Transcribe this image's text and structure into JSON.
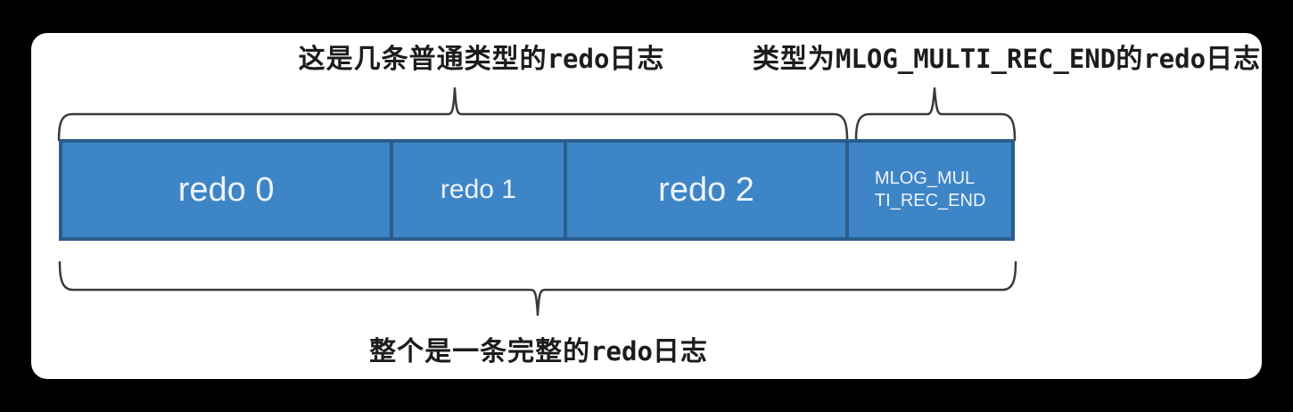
{
  "canvas": {
    "background": "#000000",
    "card_background": "#ffffff"
  },
  "colors": {
    "bar_fill": "#3d85c6",
    "bar_border": "#2a5d8c",
    "segment_text": "#eef4fb",
    "annotation_text": "#1c1c1c",
    "brace_stroke": "#3a3a3a"
  },
  "annotations": {
    "top_left": {
      "full_text": "这是几条普通类型的redo日志",
      "parts": [
        {
          "text": "这是几条普通类型的"
        },
        {
          "text": "redo"
        },
        {
          "text": "日志"
        }
      ]
    },
    "top_right": {
      "full_text": "类型为MLOG_MULTI_REC_END的redo日志",
      "parts": [
        {
          "text": "类型为"
        },
        {
          "text": "MLOG_MULTI_REC_END"
        },
        {
          "text": "的"
        },
        {
          "text": "redo"
        },
        {
          "text": "日志"
        }
      ]
    },
    "bottom": {
      "full_text": "整个是一条完整的redo日志",
      "parts": [
        {
          "text": "整个是一条完整的"
        },
        {
          "text": "redo"
        },
        {
          "text": "日志"
        }
      ]
    }
  },
  "bar": {
    "segments": [
      {
        "label": "redo 0"
      },
      {
        "label": "redo 1"
      },
      {
        "label": "redo 2"
      },
      {
        "label": "MLOG_MULTI_REC_END",
        "label_lines": [
          "MLOG_MUL",
          "TI_REC_END"
        ]
      }
    ]
  }
}
